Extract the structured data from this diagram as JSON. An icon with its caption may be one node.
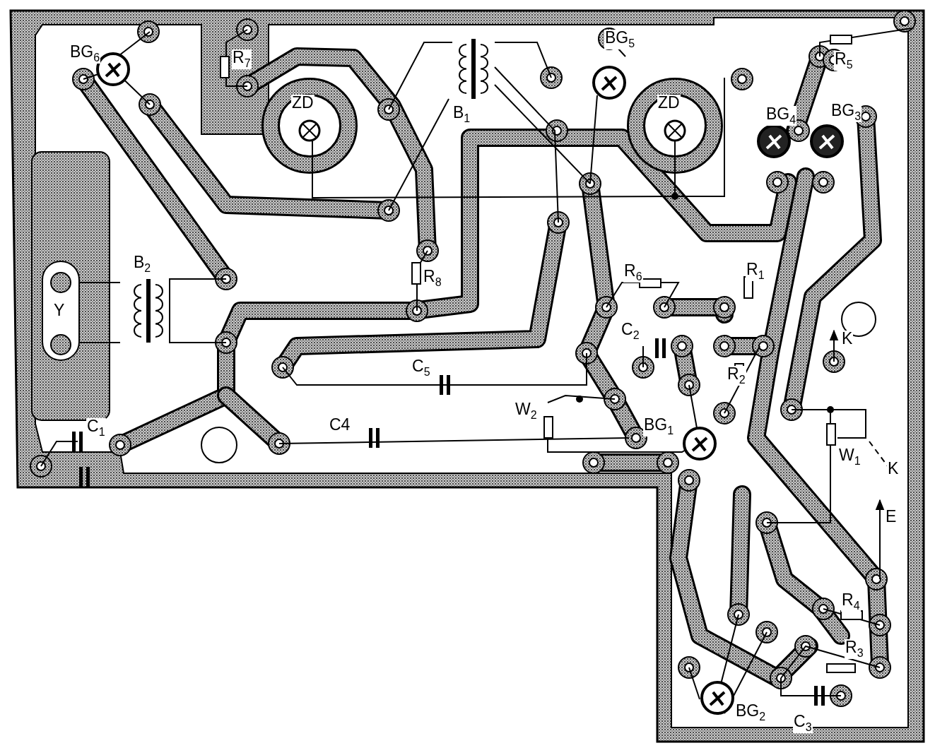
{
  "diagram": {
    "labels": [
      "BG$_{5}$",
      "BG$_{6}$",
      "R$_{7}$",
      "R$_{5}$",
      "ZD",
      "B$_{1}$",
      "ZD",
      "BG$_{4}$",
      "BG$_{3}$",
      "B$_{2}$",
      "R$_{6}$",
      "R$_{1}$",
      "R$_{8}$",
      "Y",
      "C$_{2}$",
      "K",
      "C$_{5}$",
      "R$_{2}$",
      "W$_{2}$",
      "C$_{1}$",
      "C4",
      "BG$_{1}$",
      "W$_{1}$",
      "K",
      "E",
      "R$_{4}$",
      "R$_{3}$",
      "BG$_{2}$",
      "C$_{3}$"
    ]
  }
}
